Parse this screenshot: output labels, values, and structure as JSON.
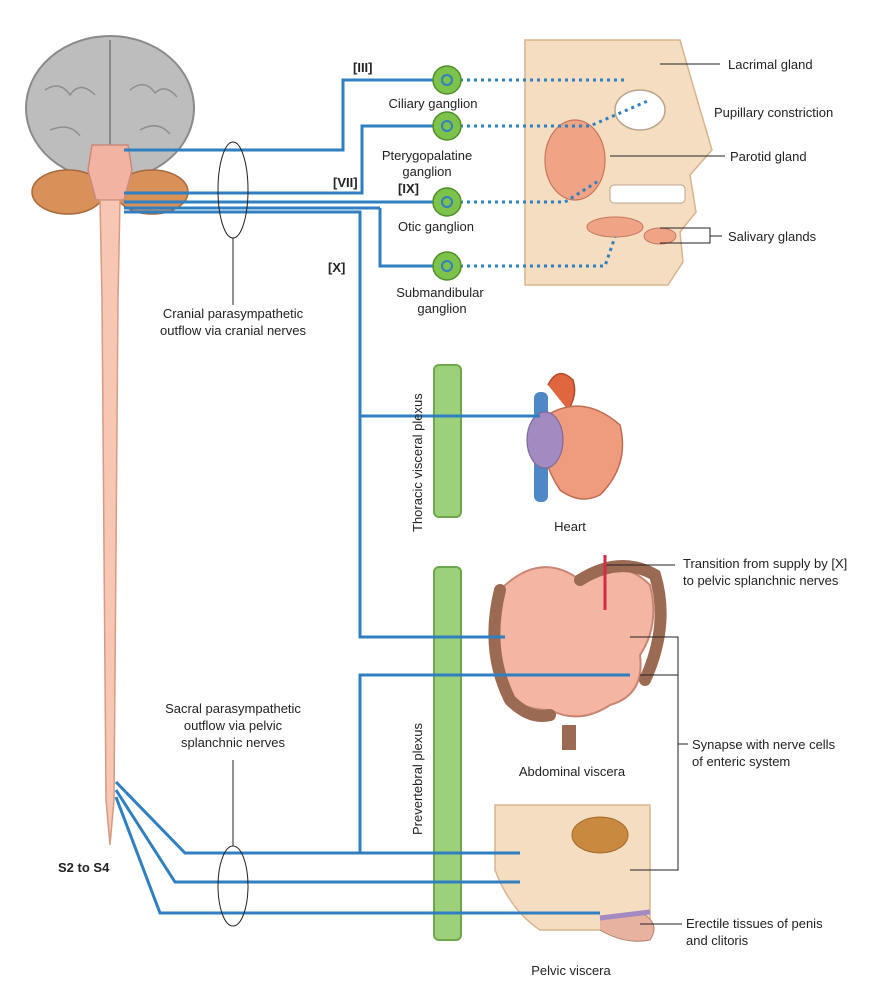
{
  "nerves": {
    "cn3": "[III]",
    "cn7": "[VII]",
    "cn9": "[IX]",
    "cn10": "[X]"
  },
  "ganglia": {
    "ciliary": "Ciliary ganglion",
    "pterygopalatine_1": "Pterygopalatine",
    "pterygopalatine_2": "ganglion",
    "otic": "Otic ganglion",
    "submandibular_1": "Submandibular",
    "submandibular_2": "ganglion"
  },
  "targets": {
    "lacrimal": "Lacrimal gland",
    "pupillary": "Pupillary constriction",
    "parotid": "Parotid gland",
    "salivary": "Salivary glands",
    "heart": "Heart",
    "abdominal": "Abdominal viscera",
    "pelvic": "Pelvic viscera",
    "erectile_1": "Erectile tissues of penis",
    "erectile_2": "and clitoris"
  },
  "outflow": {
    "cranial_1": "Cranial parasympathetic",
    "cranial_2": "outflow via cranial nerves",
    "sacral_1": "Sacral parasympathetic",
    "sacral_2": "outflow via pelvic",
    "sacral_3": "splanchnic nerves",
    "segments": "S2 to S4"
  },
  "plexus": {
    "thoracic": "Thoracic visceral plexus",
    "prevertebral": "Prevertebral plexus"
  },
  "notes": {
    "transition_1": "Transition from supply by [X]",
    "transition_2": "to pelvic splanchnic nerves",
    "synapse_1": "Synapse with nerve cells",
    "synapse_2": "of enteric system"
  },
  "colors": {
    "nerve": "#2f7fc1",
    "plexus": "#9dd07a",
    "ganglion": "#7dc24a",
    "spinal_cord": "#f7c7b4"
  }
}
